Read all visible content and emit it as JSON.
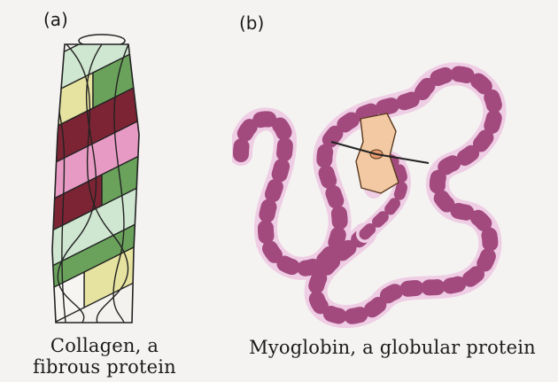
{
  "panels": {
    "a": {
      "label": "(a)",
      "caption_line1": "Collagen, a",
      "caption_line2": "fibrous protein"
    },
    "b": {
      "label": "(b)",
      "caption": "Myoglobin, a globular protein"
    }
  },
  "colors": {
    "collagen_strand_1": "#e79ac3",
    "collagen_strand_2": "#7c2434",
    "collagen_strand_3": "#6aa25c",
    "collagen_strand_4": "#e6e3a0",
    "collagen_strand_5": "#cfe6d0",
    "myoglobin_helix_light": "#efcde4",
    "myoglobin_helix_dark": "#a24a7e",
    "heme": "#f2c9a2"
  }
}
